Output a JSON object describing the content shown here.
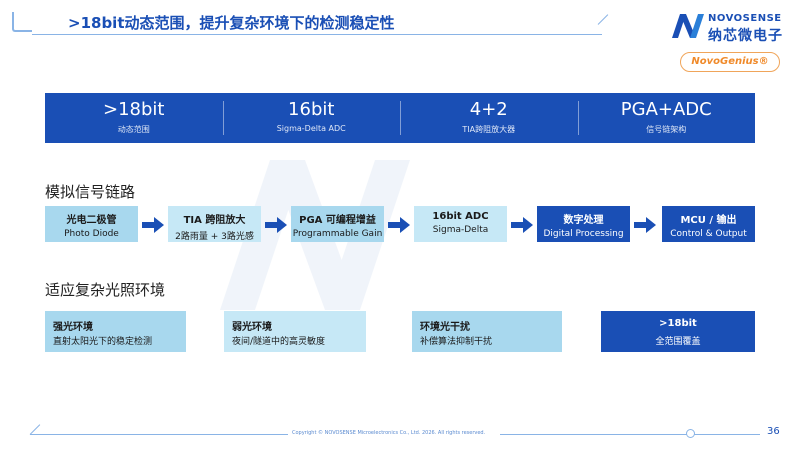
{
  "header": {
    "title": ">18bit动态范围，提升复杂环境下的检测稳定性",
    "logo_en": "NOVOSENSE",
    "logo_cn": "纳芯微电子",
    "brand_tag": "NovoGenius®"
  },
  "specs": [
    {
      "value": ">18bit",
      "label": "动态范围"
    },
    {
      "value": "16bit",
      "label": "Sigma-Delta ADC"
    },
    {
      "value": "4+2",
      "label": "TIA跨阻放大器"
    },
    {
      "value": "PGA+ADC",
      "label": "信号链架构"
    }
  ],
  "chain": {
    "heading": "模拟信号链路",
    "steps": [
      {
        "title": "光电二极管",
        "subtitle": "Photo Diode"
      },
      {
        "title": "TIA 跨阻放大",
        "subtitle": "2路雨量 + 3路光感"
      },
      {
        "title": "PGA 可编程增益",
        "subtitle": "Programmable Gain"
      },
      {
        "title": "16bit ADC",
        "subtitle": "Sigma-Delta"
      },
      {
        "title": "数字处理",
        "subtitle": "Digital Processing"
      },
      {
        "title": "MCU / 输出",
        "subtitle": "Control & Output"
      }
    ]
  },
  "environment": {
    "heading": "适应复杂光照环境",
    "items": [
      {
        "title": "强光环境",
        "desc": "直射太阳光下的稳定检测"
      },
      {
        "title": "弱光环境",
        "desc": "夜间/隧道中的高灵敏度"
      },
      {
        "title": "环境光干扰",
        "desc": "补偿算法抑制干扰"
      },
      {
        "title": ">18bit",
        "desc": "全范围覆盖"
      }
    ]
  },
  "footer": {
    "copyright": "Copyright © NOVOSENSE Microelectronics Co., Ltd. 2026. All rights reserved.",
    "page_number": "36"
  },
  "colors": {
    "primary": "#1a4fb5",
    "light_blue": "#a8d8ee",
    "lighter_blue": "#c6e8f6",
    "accent_orange": "#f08a2a"
  }
}
